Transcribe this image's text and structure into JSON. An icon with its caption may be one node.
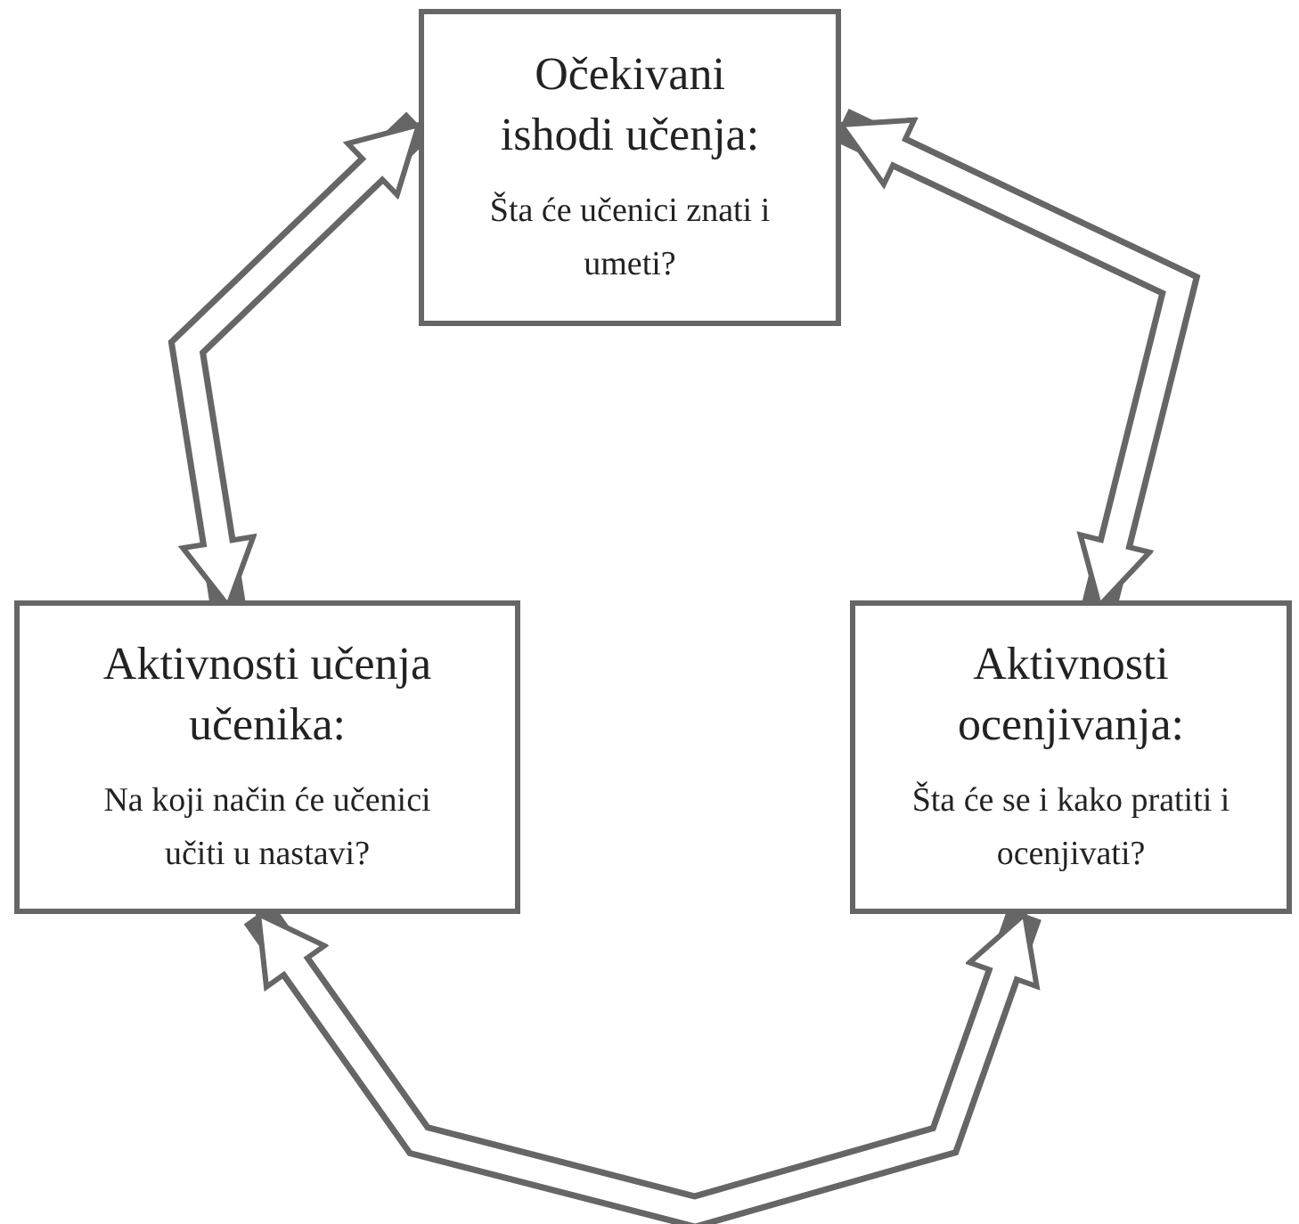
{
  "diagram": {
    "nodes": [
      {
        "text": [
          "Očekivani ishodi učenja:",
          "Šta će učenici znati i umeti?"
        ]
      },
      {
        "text": [
          "Aktivnosti učenja učenika:",
          "Na koji način će učenici učiti u nastavi?"
        ]
      },
      {
        "text": [
          "Aktivnosti ocenjivanja:",
          "Šta će se i kako pratiti i ocenjivati?"
        ]
      }
    ],
    "edges": [
      {
        "from": 0,
        "to": 1,
        "arrow": "both"
      },
      {
        "from": 0,
        "to": 2,
        "arrow": "both"
      },
      {
        "from": 1,
        "to": 2,
        "arrow": "both"
      }
    ]
  }
}
